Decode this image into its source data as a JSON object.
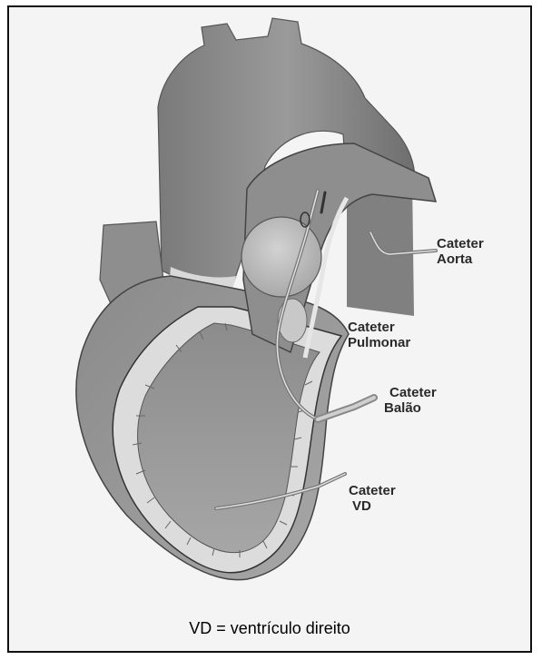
{
  "labels": {
    "aorta": [
      "Cateter",
      "Aorta"
    ],
    "pulmonar": [
      "Cateter",
      "Pulmonar"
    ],
    "balao": [
      "Cateter",
      "Balão"
    ],
    "vd": [
      "Cateter",
      "VD"
    ]
  },
  "caption": "VD = ventrículo direito"
}
